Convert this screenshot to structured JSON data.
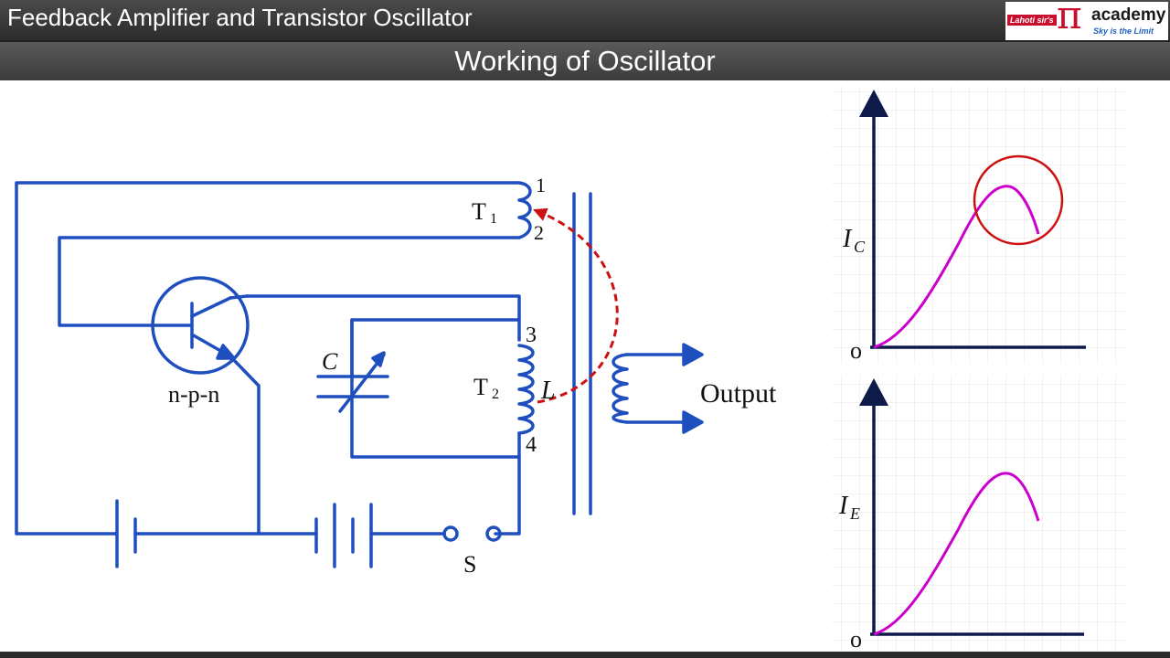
{
  "header": {
    "title": "Feedback Amplifier and Transistor Oscillator"
  },
  "logo": {
    "tag": "Lahoti sir's",
    "symbol": "π",
    "name": "academy",
    "motto": "Sky is the Limit"
  },
  "slide": {
    "subtitle": "Working of Oscillator"
  },
  "circuit": {
    "terminal_1": "1",
    "terminal_2": "2",
    "terminal_3": "3",
    "terminal_4": "4",
    "t1": "T",
    "t1_sub": "1",
    "t2": "T",
    "t2_sub": "2",
    "transistor_label": "n-p-n",
    "capacitor_label": "C",
    "inductor_label": "L",
    "switch_label": "S",
    "output_label": "Output"
  },
  "graphs": {
    "top": {
      "ylabel": "I",
      "ylabel_sub": "C",
      "origin": "o"
    },
    "bottom": {
      "ylabel": "I",
      "ylabel_sub": "E",
      "origin": "o"
    }
  },
  "colors": {
    "wire": "#1f4fbf",
    "feedback": "#cc1111",
    "curve": "#cc00cc",
    "axis": "#0d1a4a",
    "highlight": "#cc1111"
  }
}
